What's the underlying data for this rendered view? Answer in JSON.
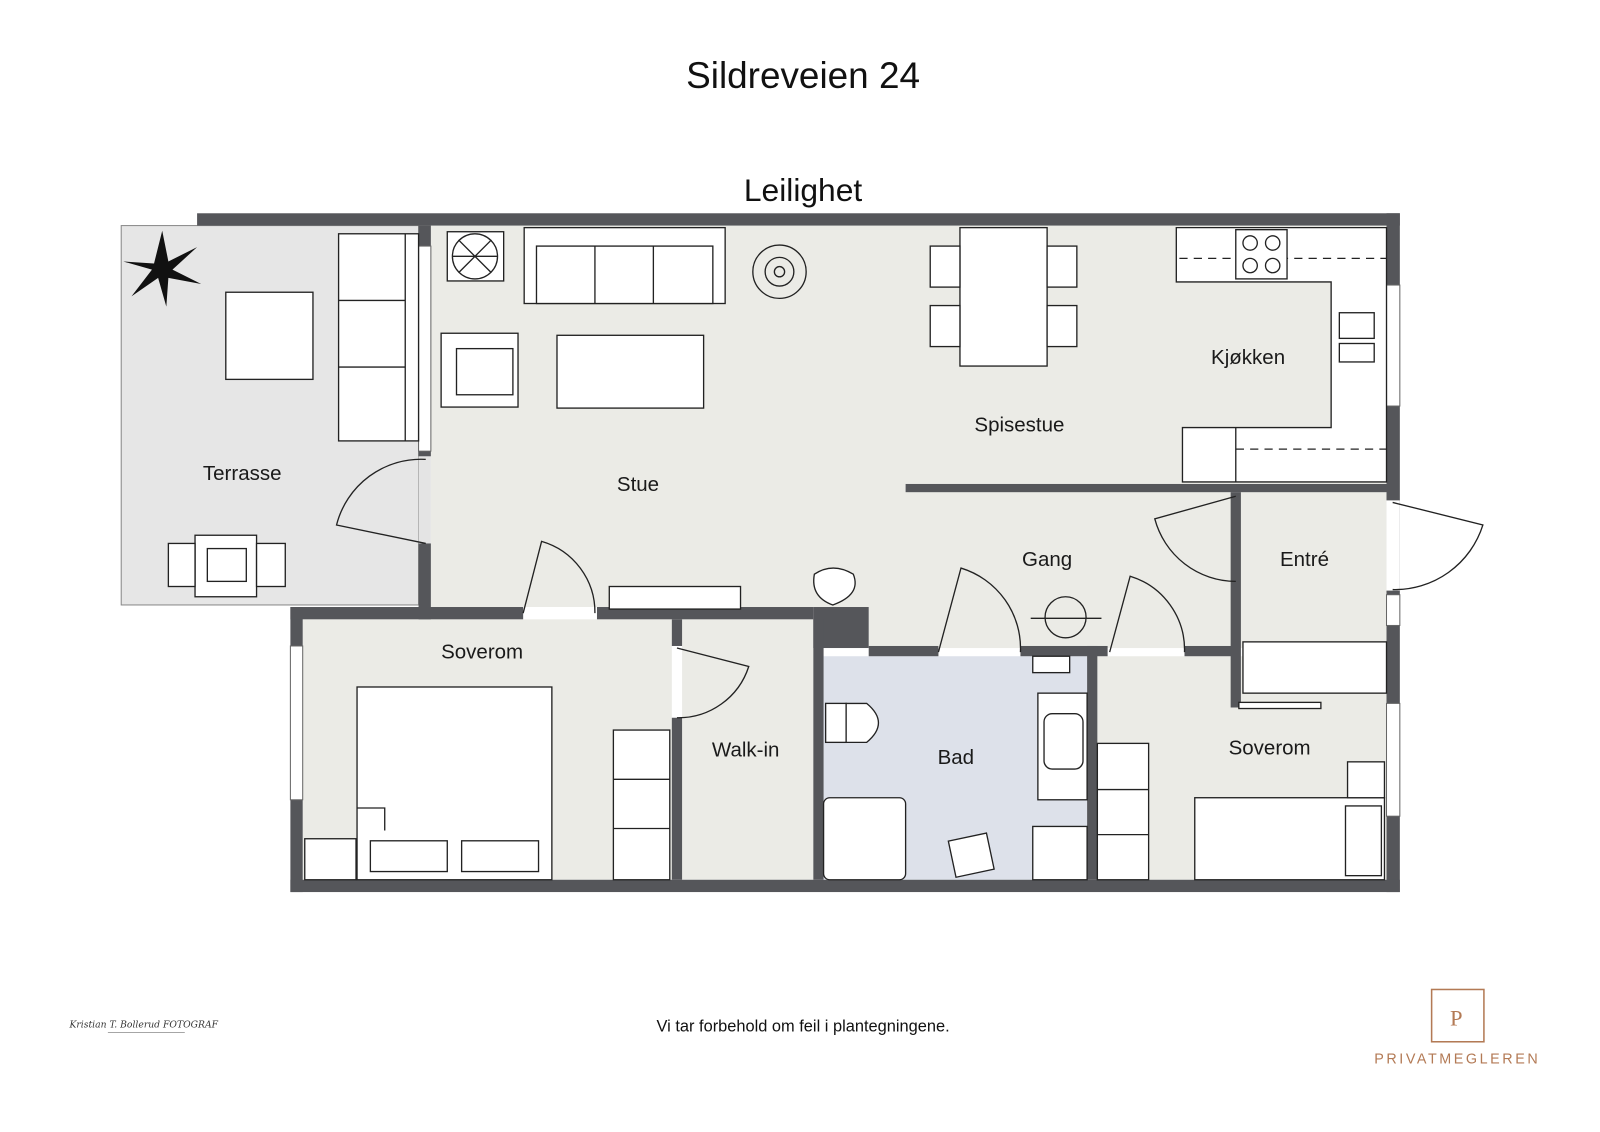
{
  "title": "Sildreveien 24",
  "floor_label": "Leilighet",
  "rooms": {
    "terrasse": "Terrasse",
    "stue": "Stue",
    "spisestue": "Spisestue",
    "kjokken": "Kjøkken",
    "gang": "Gang",
    "entre": "Entré",
    "soverom1": "Soverom",
    "walkin": "Walk-in",
    "bad": "Bad",
    "soverom2": "Soverom"
  },
  "disclaimer": "Vi tar forbehold om feil i plantegningene.",
  "photographer_signature": "Kristian T. Bollerud FOTOGRAF",
  "brand": {
    "logo_letter": "P",
    "name": "PRIVATMEGLEREN",
    "color": "#b37a55"
  },
  "colors": {
    "wall": "#55565a",
    "room": "#ebebe6",
    "bath": "#dde1ea"
  }
}
